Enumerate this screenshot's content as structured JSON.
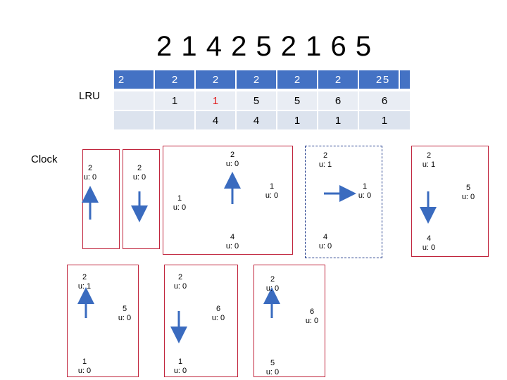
{
  "title": "2 1 4 2 5 2 1 6 5",
  "lru_label": "LRU",
  "clock_label": "Clock",
  "lru_table": {
    "row1": [
      "2",
      "2",
      "2",
      "2",
      "2",
      "2",
      "5"
    ],
    "row2": [
      "",
      "1",
      "1",
      "5",
      "5",
      "6",
      "6"
    ],
    "row3": [
      "",
      "",
      "4",
      "4",
      "1",
      "1",
      "1"
    ],
    "lead": "2"
  },
  "clock": {
    "nodes": [
      {
        "page": "2",
        "u": "u: 0"
      },
      {
        "page": "2",
        "u": "u: 0"
      },
      {
        "page": "1",
        "u": "u: 0"
      },
      {
        "page": "2",
        "u": "u: 0"
      },
      {
        "page": "1",
        "u": "u: 0"
      },
      {
        "page": "4",
        "u": "u: 0"
      },
      {
        "page": "2",
        "u": "u: 1"
      },
      {
        "page": "1",
        "u": "u: 0"
      },
      {
        "page": "4",
        "u": "u: 0"
      },
      {
        "page": "2",
        "u": "u: 1"
      },
      {
        "page": "5",
        "u": "u: 0"
      },
      {
        "page": "4",
        "u": "u: 0"
      },
      {
        "page": "2",
        "u": "u: 1"
      },
      {
        "page": "5",
        "u": "u: 0"
      },
      {
        "page": "1",
        "u": "u: 0"
      },
      {
        "page": "2",
        "u": "u: 0"
      },
      {
        "page": "6",
        "u": "u: 0"
      },
      {
        "page": "1",
        "u": "u: 0"
      },
      {
        "page": "2",
        "u": "u: 0"
      },
      {
        "page": "6",
        "u": "u: 0"
      },
      {
        "page": "5",
        "u": "u: 0"
      }
    ]
  }
}
